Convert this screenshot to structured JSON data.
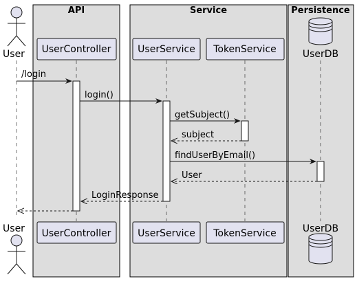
{
  "boxes": [
    {
      "id": "api",
      "title": "API"
    },
    {
      "id": "service",
      "title": "Service"
    },
    {
      "id": "persistence",
      "title": "Persistence"
    }
  ],
  "participants": [
    {
      "id": "user",
      "label": "User",
      "kind": "actor"
    },
    {
      "id": "usercontroller",
      "label": "UserController",
      "kind": "participant"
    },
    {
      "id": "userservice",
      "label": "UserService",
      "kind": "participant"
    },
    {
      "id": "tokenservice",
      "label": "TokenService",
      "kind": "participant"
    },
    {
      "id": "userdb",
      "label": "UserDB",
      "kind": "database"
    }
  ],
  "messages": [
    {
      "from": "user",
      "to": "usercontroller",
      "label": "/login",
      "style": "solid"
    },
    {
      "from": "usercontroller",
      "to": "userservice",
      "label": "login()",
      "style": "solid"
    },
    {
      "from": "userservice",
      "to": "tokenservice",
      "label": "getSubject()",
      "style": "solid"
    },
    {
      "from": "tokenservice",
      "to": "userservice",
      "label": "subject",
      "style": "dashed"
    },
    {
      "from": "userservice",
      "to": "userdb",
      "label": "findUserByEmail()",
      "style": "solid"
    },
    {
      "from": "userdb",
      "to": "userservice",
      "label": "User",
      "style": "dashed"
    },
    {
      "from": "userservice",
      "to": "usercontroller",
      "label": "LoginResponse",
      "style": "dashed"
    },
    {
      "from": "usercontroller",
      "to": "user",
      "label": "",
      "style": "dashed"
    }
  ],
  "colors": {
    "box_fill": "#dddddd",
    "box_stroke": "#000000",
    "participant_fill": "#e2e2f0",
    "participant_stroke": "#181818",
    "lifeline": "#181818",
    "activation_fill": "#ffffff"
  }
}
